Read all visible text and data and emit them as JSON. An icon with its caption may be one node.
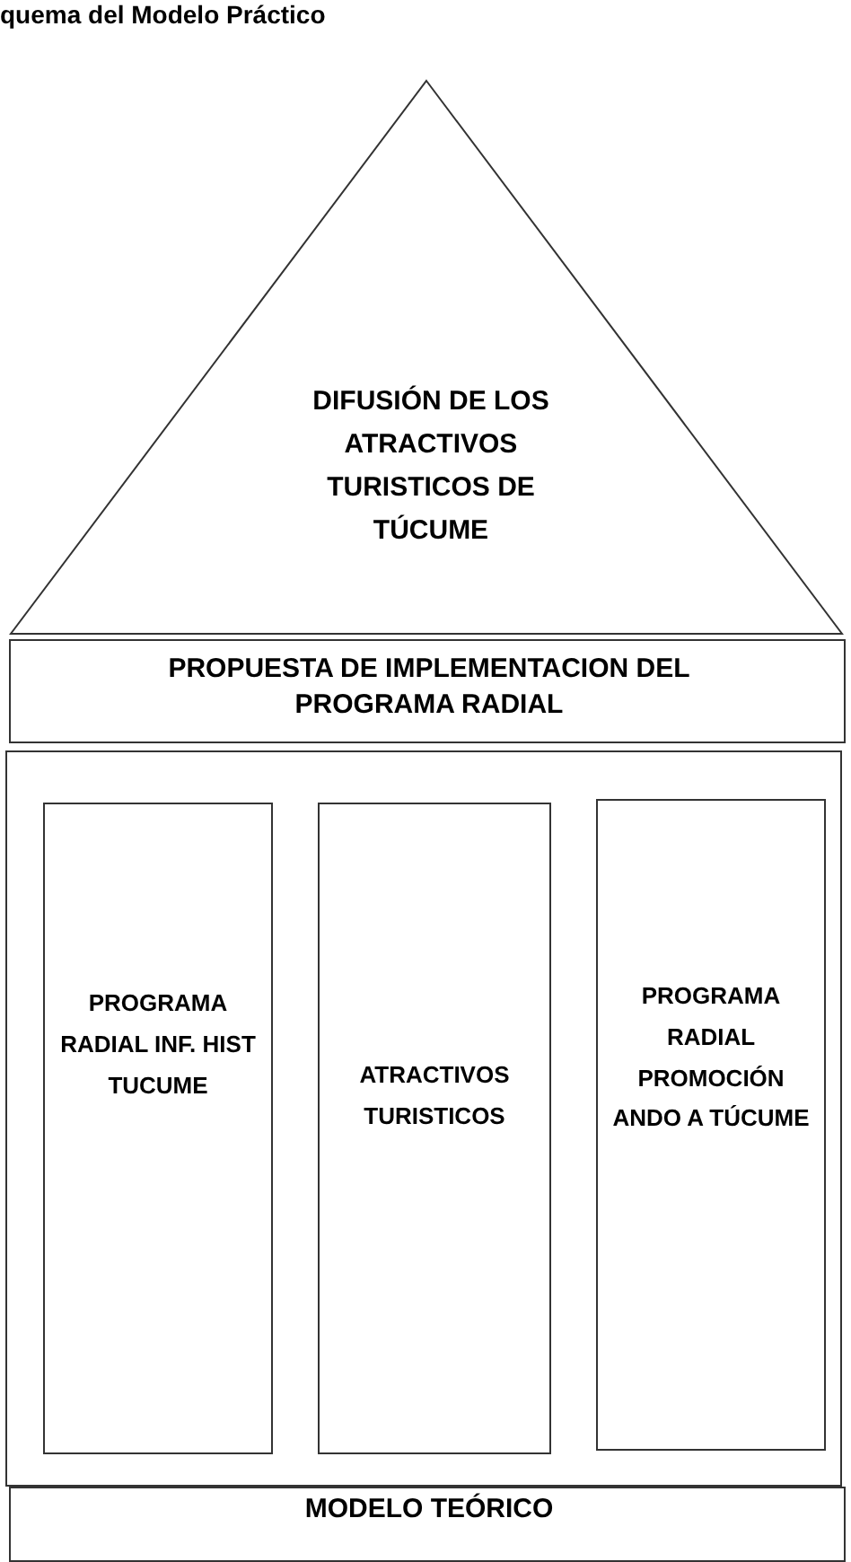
{
  "diagram": {
    "title": "quema del Modelo Práctico",
    "nodes": [
      {
        "text": [
          "DIFUSIÓN DE LOS ATRACTIVOS TURISTICOS DE TÚCUME"
        ]
      },
      {
        "text": [
          "PROPUESTA DE IMPLEMENTACION DEL PROGRAMA RADIAL"
        ]
      },
      {
        "text": [],
        "shape": "box"
      },
      {
        "text": [
          "PROGRAMA RADIAL INF. HIST TUCUME"
        ],
        "in": 2
      },
      {
        "text": [
          "ATRACTIVOS TURISTICOS"
        ],
        "in": 2
      },
      {
        "text": [
          "PROGRAMA RADIAL PROMOCIÓN ANDO A TÚCUME"
        ],
        "in": 2
      },
      {
        "text": [
          "MODELO TEÓRICO"
        ]
      }
    ],
    "edges": []
  }
}
